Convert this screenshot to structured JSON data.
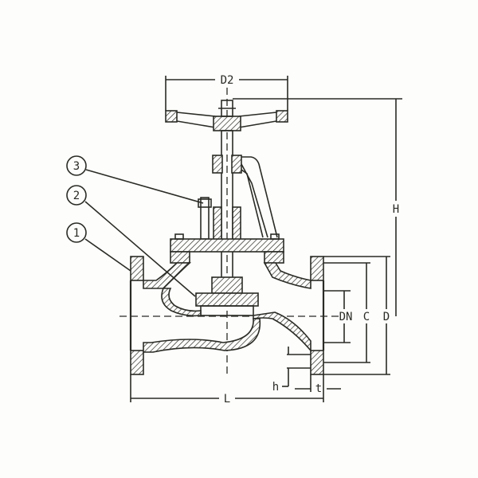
{
  "dimensions": {
    "handwheel_diameter": "D2",
    "height": "H",
    "nominal_diameter": "DN",
    "bolt_circle": "C",
    "flange_diameter": "D",
    "bolt_hole": "h",
    "flange_thickness": "t",
    "length": "L"
  },
  "callouts": [
    "1",
    "2",
    "3"
  ],
  "colors": {
    "line": "#2a2a26",
    "background": "#fdfdfb"
  }
}
